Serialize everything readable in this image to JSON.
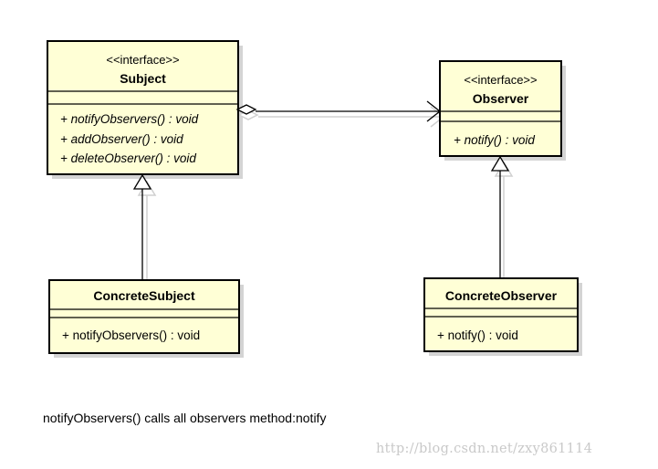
{
  "colors": {
    "class_fill": "#ffffd6",
    "class_border": "#000000",
    "shadow": "#cfcfcf",
    "watermark": "#c9c9c9"
  },
  "diagram": {
    "classes": {
      "subject": {
        "stereotype": "<<interface>>",
        "name": "Subject",
        "operations": [
          "+ notifyObservers() : void",
          "+ addObserver() : void",
          "+ deleteObserver() : void"
        ]
      },
      "observer": {
        "stereotype": "<<interface>>",
        "name": "Observer",
        "operations": [
          "+ notify() : void"
        ]
      },
      "concrete_subject": {
        "name": "ConcreteSubject",
        "operations": [
          "+ notifyObservers() : void"
        ]
      },
      "concrete_observer": {
        "name": "ConcreteObserver",
        "operations": [
          "+ notify() : void"
        ]
      }
    }
  },
  "note": "notifyObservers() calls all observers method:notify",
  "watermark": "http://blog.csdn.net/zxy861114"
}
